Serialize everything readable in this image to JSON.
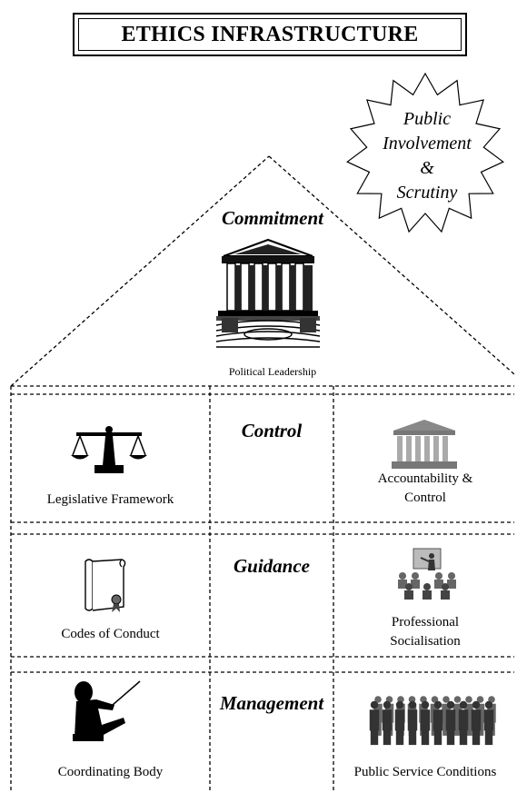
{
  "title": "ETHICS INFRASTRUCTURE",
  "star": {
    "lines": [
      "Public",
      "Involvement",
      "&",
      "Scrutiny"
    ]
  },
  "commitment": "Commitment",
  "political_leadership": "Political Leadership",
  "rows": [
    {
      "section": "Control",
      "left_label": "Legislative Framework",
      "right_label_lines": [
        "Accountability &",
        "Control"
      ]
    },
    {
      "section": "Guidance",
      "left_label": "Codes of Conduct",
      "right_label_lines": [
        "Professional",
        "Socialisation"
      ]
    },
    {
      "section": "Management",
      "left_label": "Coordinating Body",
      "right_label": "Public Service Conditions"
    }
  ],
  "icons": {
    "courthouse": "courthouse-icon",
    "scales": "scales-icon",
    "columns": "columns-building-icon",
    "scroll": "scroll-icon",
    "presentation": "presentation-icon",
    "conductor": "conductor-icon",
    "crowd": "crowd-icon"
  }
}
